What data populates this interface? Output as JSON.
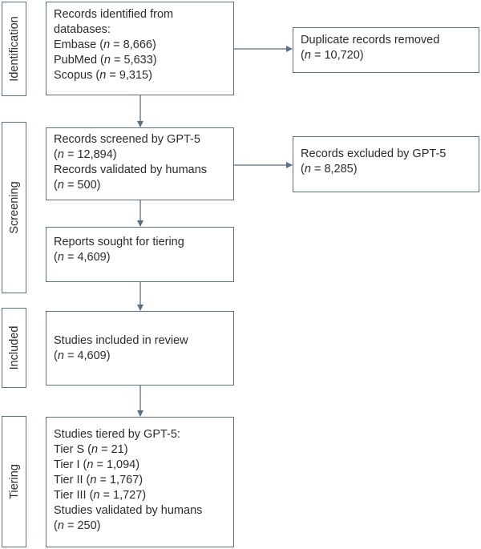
{
  "stages": {
    "identification": "Identification",
    "screening": "Screening",
    "included": "Included",
    "tiering": "Tiering"
  },
  "boxes": {
    "identified": {
      "heading1": "Records identified from",
      "heading2": "databases:",
      "embase_label": "Embase (",
      "embase_value": " = 8,666)",
      "pubmed_label": "PubMed (",
      "pubmed_value": " = 5,633)",
      "scopus_label": "Scopus (",
      "scopus_value": " = 9,315)"
    },
    "duplicates": {
      "heading": "Duplicate records removed",
      "prefix": "(",
      "value": " = 10,720)"
    },
    "screened": {
      "heading1": "Records screened by GPT-5",
      "screened_prefix": "(",
      "screened_value": " = 12,894)",
      "heading2": "Records validated by humans",
      "validated_prefix": "(",
      "validated_value": " = 500)"
    },
    "excluded": {
      "heading": "Records excluded by GPT-5",
      "prefix": "(",
      "value": " = 8,285)"
    },
    "sought": {
      "heading": "Reports sought for tiering",
      "prefix": "(",
      "value": " = 4,609)"
    },
    "included": {
      "heading": "Studies included in review",
      "prefix": "(",
      "value": " = 4,609)"
    },
    "tiered": {
      "heading1": "Studies tiered by GPT-5:",
      "tier_s_label": "Tier S (",
      "tier_s_value": " = 21)",
      "tier_1_label": "Tier I (",
      "tier_1_value": " = 1,094)",
      "tier_2_label": "Tier II (",
      "tier_2_value": " = 1,767)",
      "tier_3_label": "Tier III (",
      "tier_3_value": " = 1,727)",
      "heading2": "Studies validated by humans",
      "validated_prefix": "(",
      "validated_value": " = 250)"
    }
  },
  "n_symbol": "n",
  "colors": {
    "border": "#5b6f82",
    "arrow": "#5b6f82",
    "text": "#2b2b2b"
  }
}
